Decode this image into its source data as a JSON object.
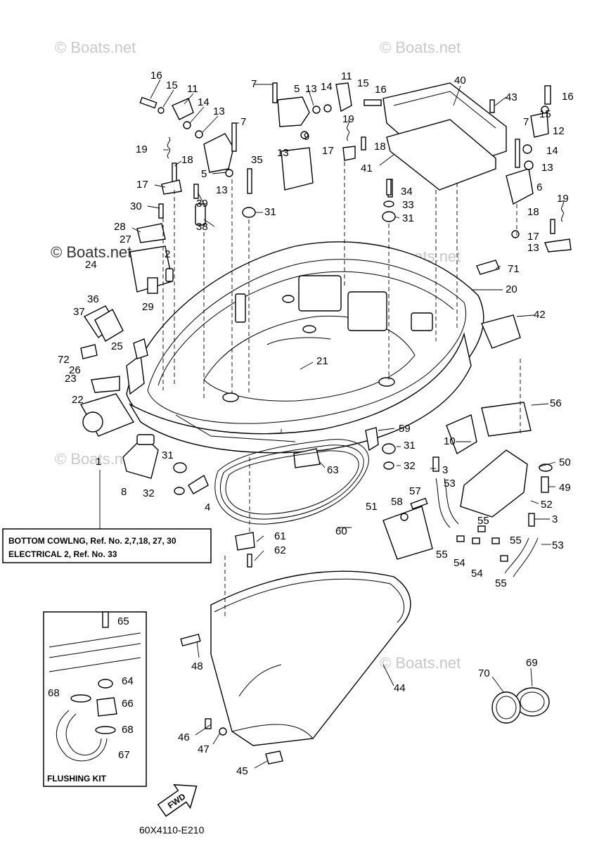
{
  "watermark": "© Boats.net",
  "diagram_code": "60X4110-E210",
  "fwd_label": "FWD",
  "reference_note": {
    "line1": "BOTTOM COWLNG, Ref. No. 2,7,18, 27, 30",
    "line2": "ELECTRICAL 2,  Ref. No. 33"
  },
  "flushing_kit_title": "FLUSHING KIT",
  "callouts": [
    {
      "n": "16"
    },
    {
      "n": "15"
    },
    {
      "n": "11"
    },
    {
      "n": "14"
    },
    {
      "n": "13"
    },
    {
      "n": "7"
    },
    {
      "n": "19"
    },
    {
      "n": "18"
    },
    {
      "n": "5"
    },
    {
      "n": "13"
    },
    {
      "n": "17"
    },
    {
      "n": "39"
    },
    {
      "n": "30"
    },
    {
      "n": "38"
    },
    {
      "n": "28"
    },
    {
      "n": "27"
    },
    {
      "n": "2"
    },
    {
      "n": "24"
    },
    {
      "n": "29"
    },
    {
      "n": "37"
    },
    {
      "n": "36"
    },
    {
      "n": "72"
    },
    {
      "n": "25"
    },
    {
      "n": "26"
    },
    {
      "n": "23"
    },
    {
      "n": "22"
    },
    {
      "n": "1"
    },
    {
      "n": "8"
    },
    {
      "n": "31"
    },
    {
      "n": "32"
    },
    {
      "n": "4"
    },
    {
      "n": "35"
    },
    {
      "n": "31"
    },
    {
      "n": "7"
    },
    {
      "n": "5"
    },
    {
      "n": "13"
    },
    {
      "n": "14"
    },
    {
      "n": "11"
    },
    {
      "n": "15"
    },
    {
      "n": "16"
    },
    {
      "n": "9"
    },
    {
      "n": "19"
    },
    {
      "n": "13"
    },
    {
      "n": "17"
    },
    {
      "n": "18"
    },
    {
      "n": "40"
    },
    {
      "n": "41"
    },
    {
      "n": "43"
    },
    {
      "n": "34"
    },
    {
      "n": "33"
    },
    {
      "n": "31"
    },
    {
      "n": "16"
    },
    {
      "n": "15"
    },
    {
      "n": "12"
    },
    {
      "n": "7"
    },
    {
      "n": "14"
    },
    {
      "n": "13"
    },
    {
      "n": "6"
    },
    {
      "n": "19"
    },
    {
      "n": "18"
    },
    {
      "n": "17"
    },
    {
      "n": "13"
    },
    {
      "n": "71"
    },
    {
      "n": "20"
    },
    {
      "n": "42"
    },
    {
      "n": "21"
    },
    {
      "n": "56"
    },
    {
      "n": "59"
    },
    {
      "n": "10"
    },
    {
      "n": "31"
    },
    {
      "n": "32"
    },
    {
      "n": "3"
    },
    {
      "n": "63"
    },
    {
      "n": "50"
    },
    {
      "n": "53"
    },
    {
      "n": "49"
    },
    {
      "n": "57"
    },
    {
      "n": "58"
    },
    {
      "n": "51"
    },
    {
      "n": "52"
    },
    {
      "n": "3"
    },
    {
      "n": "55"
    },
    {
      "n": "55"
    },
    {
      "n": "53"
    },
    {
      "n": "55"
    },
    {
      "n": "54"
    },
    {
      "n": "54"
    },
    {
      "n": "55"
    },
    {
      "n": "60"
    },
    {
      "n": "61"
    },
    {
      "n": "62"
    },
    {
      "n": "65"
    },
    {
      "n": "48"
    },
    {
      "n": "64"
    },
    {
      "n": "68"
    },
    {
      "n": "66"
    },
    {
      "n": "68"
    },
    {
      "n": "67"
    },
    {
      "n": "70"
    },
    {
      "n": "69"
    },
    {
      "n": "44"
    },
    {
      "n": "46"
    },
    {
      "n": "47"
    },
    {
      "n": "45"
    }
  ]
}
